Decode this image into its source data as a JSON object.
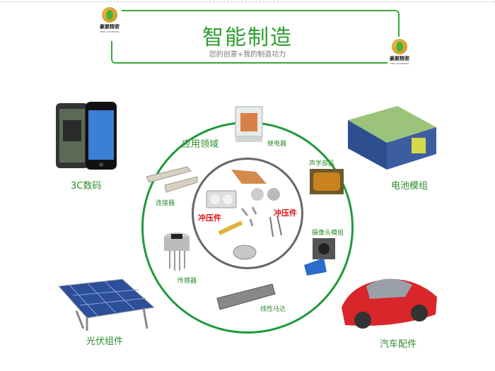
{
  "header": {
    "title": "智能制造",
    "subtitle": "您的创意+我的制造功力",
    "logo_cn": "豪聚精密",
    "logo_en": "HEJU STAMPING"
  },
  "center": {
    "outer_label": "应用领域",
    "inner_label_left": "冲压件",
    "inner_label_right": "冲压件"
  },
  "products": {
    "relay": "继电器",
    "acoustic": "声学部品",
    "connector": "连接器",
    "camera": "摄像头模组",
    "sensor": "传感器",
    "motor": "线性马达"
  },
  "markets": {
    "digital_3c": "3C数码",
    "battery": "电池模组",
    "solar": "光伏组件",
    "auto": "汽车配件"
  },
  "colors": {
    "green": "#2f9e2f",
    "red": "#e01010"
  }
}
